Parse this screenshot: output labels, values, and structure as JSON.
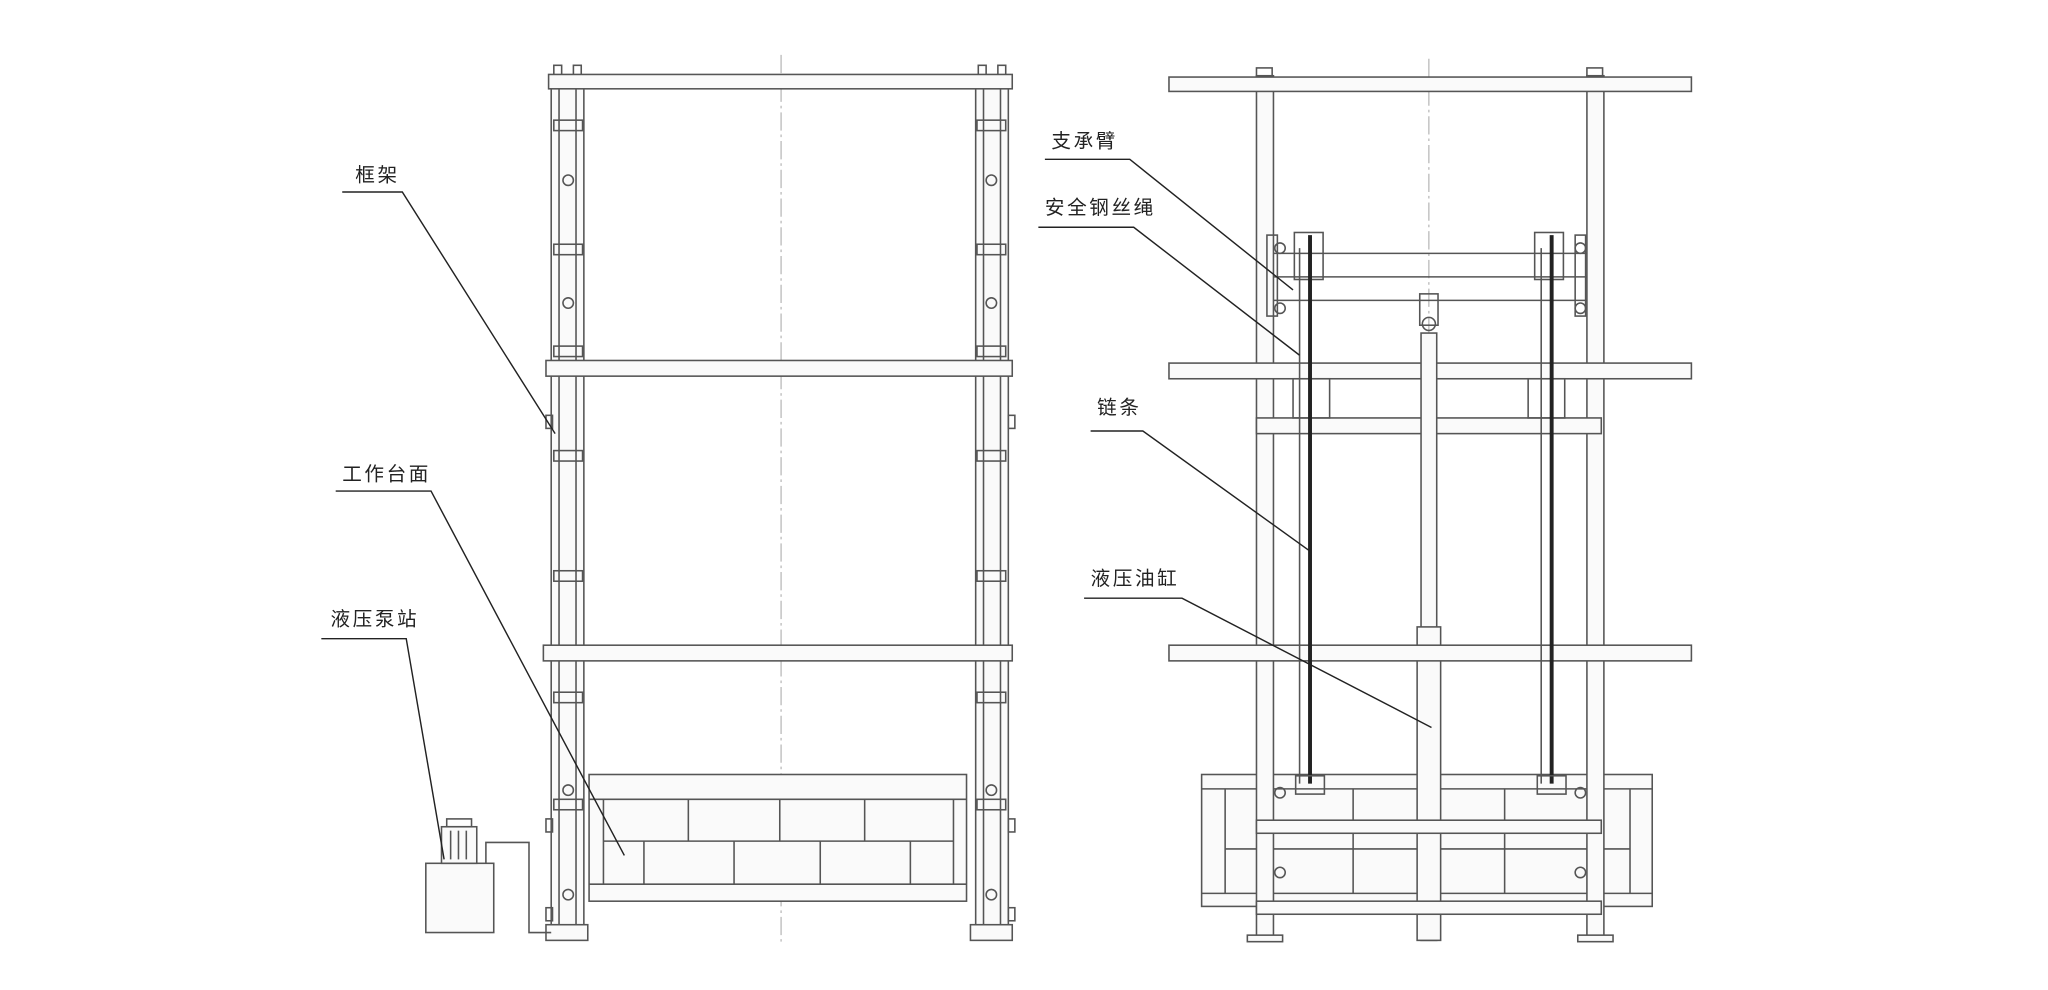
{
  "left_view": {
    "labels": {
      "frame": "框架",
      "work_platform": "工作台面",
      "hydraulic_pump_station": "液压泵站"
    }
  },
  "right_view": {
    "labels": {
      "support_arm": "支承臂",
      "safety_wire_rope": "安全钢丝绳",
      "chain": "链条",
      "hydraulic_cylinder": "液压油缸"
    }
  },
  "colors": {
    "line": "#555555",
    "leader": "#222222",
    "chain": "#222222"
  }
}
